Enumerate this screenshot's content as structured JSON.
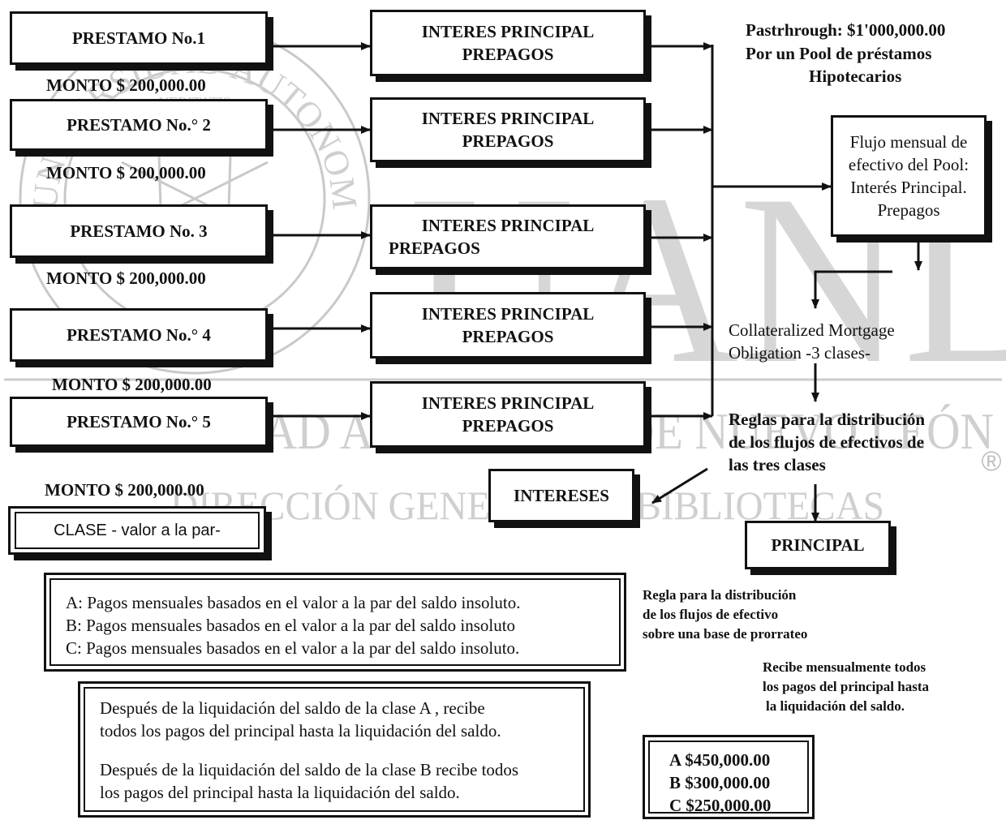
{
  "watermark": {
    "seal_text": "UNIVERSIDAD AUTONOMA DE NUEVO LEON",
    "seal_motto": "VERITATIS",
    "initials": "UANL",
    "line1": "UNIVERSIDAD AUTÓNOMA DE NUEVO LEÓN",
    "line2": "DIRECCIÓN GENERAL DE BIBLIOTECAS",
    "registered": "®"
  },
  "loans": [
    {
      "label": "PRESTAMO No.1",
      "amount": "MONTO $ 200,000.00"
    },
    {
      "label": "PRESTAMO No.° 2",
      "amount": "MONTO $ 200,000.00"
    },
    {
      "label": "PRESTAMO No. 3",
      "amount": "MONTO $ 200,000.00"
    },
    {
      "label": "PRESTAMO No.° 4",
      "amount": "MONTO $ 200,000.00"
    },
    {
      "label": "PRESTAMO No.° 5",
      "amount": "MONTO $ 200,000.00"
    }
  ],
  "flows": [
    {
      "line1": "INTERES PRINCIPAL",
      "line2": "PREPAGOS"
    },
    {
      "line1": "INTERES  PRINCIPAL",
      "line2": "PREPAGOS"
    },
    {
      "line1": "INTERES PRINCIPAL",
      "line2": "PREPAGOS"
    },
    {
      "line1": "INTERES PRINCIPAL",
      "line2": "PREPAGOS"
    },
    {
      "line1": "INTERES PRINCIPAL",
      "line2": "PREPAGOS"
    }
  ],
  "passthrough": {
    "line1": "Pastrhrough:  $1'000,000.00",
    "line2": "Por un Pool de préstamos",
    "line3": "Hipotecarios"
  },
  "pool_flow": {
    "line1": "Flujo mensual de",
    "line2": "efectivo del Pool:",
    "line3": "Interés Principal.",
    "line4": "Prepagos"
  },
  "cmo": {
    "line1": "Collateralized Mortgage",
    "line2": "Obligation  -3 clases-"
  },
  "rules": {
    "line1": "Reglas para la distribución",
    "line2": "de los flujos de efectivos de",
    "line3": "las tres clases"
  },
  "intereses": "INTERESES",
  "principal": "PRINCIPAL",
  "clase_header": "CLASE  - valor a la par-",
  "classes": [
    "A: Pagos mensuales basados en el valor a la par del  saldo insoluto.",
    "B: Pagos mensuales basados en el valor a la par del saldo insoluto",
    "C: Pagos mensuales basados en el valor a la par del saldo insoluto."
  ],
  "after_a": {
    "line1": "Después de la liquidación del saldo de la clase A , recibe",
    "line2": "todos los pagos del principal hasta la liquidación del saldo."
  },
  "after_b": {
    "line1": "Después de la liquidación del saldo de la clase B recibe todos",
    "line2": "los pagos del  principal hasta la liquidación del saldo."
  },
  "prorate_rule": {
    "line1": "Regla para la distribución",
    "line2": "de los flujos de efectivo",
    "line3": "sobre una base de prorrateo"
  },
  "receives": {
    "line1": "Recibe mensualmente todos",
    "line2": "los pagos del principal hasta",
    "line3": "la liquidación del saldo."
  },
  "balances": [
    "A $450,000.00",
    "B $300,000.00",
    "C $250,000.00"
  ]
}
